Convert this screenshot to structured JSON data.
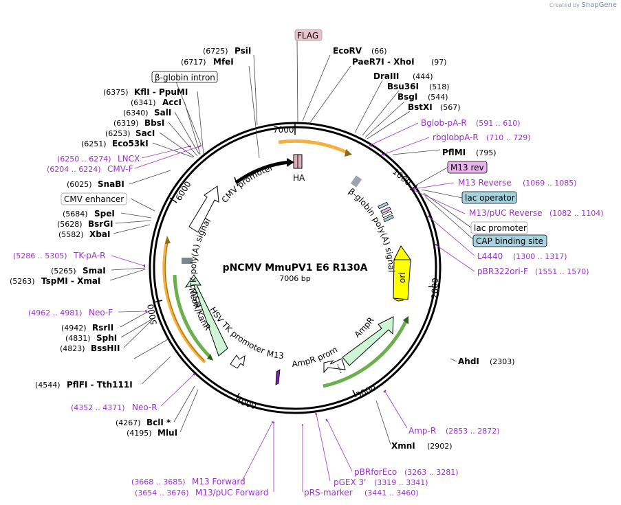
{
  "credit": {
    "prefix": "Created by",
    "brand": "SnapGene"
  },
  "title": "pNCMV MmuPV1 E6 R130A",
  "length_label": "7006 bp",
  "total_bp": 7006,
  "ticks": [
    "1000",
    "2000",
    "3000",
    "4000",
    "5000",
    "6000",
    "7000"
  ],
  "enzymes": [
    {
      "name": "PsiI",
      "pos": "(6725)"
    },
    {
      "name": "MfeI",
      "pos": "(6717)"
    },
    {
      "name": "EcoRV",
      "pos": "(66)"
    },
    {
      "name": "PaeR7I - XhoI",
      "pos": "(97)"
    },
    {
      "name": "DraIII",
      "pos": "(444)"
    },
    {
      "name": "Bsu36I",
      "pos": "(518)"
    },
    {
      "name": "BsgI",
      "pos": "(544)"
    },
    {
      "name": "BstXI",
      "pos": "(567)"
    },
    {
      "name": "PflMI",
      "pos": "(795)"
    },
    {
      "name": "KflI - PpuMI",
      "pos": "(6375)"
    },
    {
      "name": "AccI",
      "pos": "(6341)"
    },
    {
      "name": "SalI",
      "pos": "(6340)"
    },
    {
      "name": "BbsI",
      "pos": "(6319)"
    },
    {
      "name": "SacI",
      "pos": "(6253)"
    },
    {
      "name": "Eco53kI",
      "pos": "(6251)"
    },
    {
      "name": "SnaBI",
      "pos": "(6025)"
    },
    {
      "name": "SpeI",
      "pos": "(5684)"
    },
    {
      "name": "BsrGI",
      "pos": "(5628)"
    },
    {
      "name": "XbaI",
      "pos": "(5582)"
    },
    {
      "name": "SmaI",
      "pos": "(5265)"
    },
    {
      "name": "TspMI - XmaI",
      "pos": "(5263)"
    },
    {
      "name": "RsrII",
      "pos": "(4942)"
    },
    {
      "name": "SphI",
      "pos": "(4831)"
    },
    {
      "name": "BssHII",
      "pos": "(4823)"
    },
    {
      "name": "PflFI - Tth111I",
      "pos": "(4544)"
    },
    {
      "name": "BclI *",
      "pos": "(4267)"
    },
    {
      "name": "MluI",
      "pos": "(4195)"
    },
    {
      "name": "AhdI",
      "pos": "(2303)"
    },
    {
      "name": "XmnI",
      "pos": "(2902)"
    }
  ],
  "primers": [
    {
      "name": "Bglob-pA-R",
      "range": "(591 .. 610)"
    },
    {
      "name": "rbglobpA-R",
      "range": "(710 .. 729)"
    },
    {
      "name": "M13 Reverse",
      "range": "(1069 .. 1085)"
    },
    {
      "name": "M13/pUC Reverse",
      "range": "(1082 .. 1104)"
    },
    {
      "name": "L4440",
      "range": "(1300 .. 1317)"
    },
    {
      "name": "pBR322ori-F",
      "range": "(1551 .. 1570)"
    },
    {
      "name": "Amp-R",
      "range": "(2853 .. 2872)"
    },
    {
      "name": "pBRforEco",
      "range": "(3263 .. 3281)"
    },
    {
      "name": "pGEX 3'",
      "range": "(3319 .. 3341)"
    },
    {
      "name": "pRS-marker",
      "range": "(3441 .. 3460)"
    },
    {
      "name": "M13 Forward",
      "range": "(3668 .. 3685)"
    },
    {
      "name": "M13/pUC Forward",
      "range": "(3654 .. 3676)"
    },
    {
      "name": "Neo-R",
      "range": "(4352 .. 4371)"
    },
    {
      "name": "Neo-F",
      "range": "(4962 .. 4981)"
    },
    {
      "name": "TK-pA-R",
      "range": "(5286 .. 5305)"
    },
    {
      "name": "CMV-F",
      "range": "(6204 .. 6224)"
    },
    {
      "name": "LNCX",
      "range": "(6250 .. 6274)"
    }
  ],
  "boxed_features": [
    {
      "name": "FLAG",
      "fill": "#e8c4cf"
    },
    {
      "name": "β-globin intron",
      "fill": "#ffffff"
    },
    {
      "name": "CMV enhancer",
      "fill": "#ffffff"
    },
    {
      "name": "M13 rev",
      "fill": "#e8b4ec"
    },
    {
      "name": "lac operator",
      "fill": "#a7d3e0"
    },
    {
      "name": "lac promoter",
      "fill": "#ffffff"
    },
    {
      "name": "CAP binding site",
      "fill": "#a7d3e0"
    }
  ],
  "inner_features": {
    "cmv_promoter": "CMV promoter",
    "ha": "HA",
    "bglobin_polya": "β-globin poly(A) signal",
    "ori": "ori",
    "ampr": "AmpR",
    "ampr_promoter": "AmpR promoter",
    "m13_fwd": "M13 fwd",
    "hsv_tk_promoter": "HSV TK promoter",
    "neor_kanr": "NeoR/KanR",
    "hsv_tk_polya": "HSV TK poly(A) signal"
  },
  "colors": {
    "backbone": "#000000",
    "primer": "#9b30c8",
    "ori": "#ffff00",
    "orf_orange": "#f5b041",
    "orf_green": "#6ab04c",
    "ampr_fill": "#cdf5d6",
    "neo_fill": "#cdf5d6",
    "ha_fill": "#e0b0b8"
  }
}
